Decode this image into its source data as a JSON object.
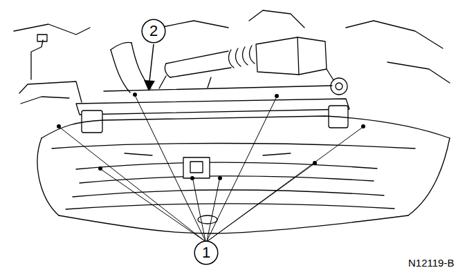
{
  "diagram": {
    "nodes": [
      {
        "text": [
          "2"
        ]
      },
      {
        "text": [
          "1"
        ]
      }
    ],
    "labels": [
      "N12119-B"
    ]
  }
}
